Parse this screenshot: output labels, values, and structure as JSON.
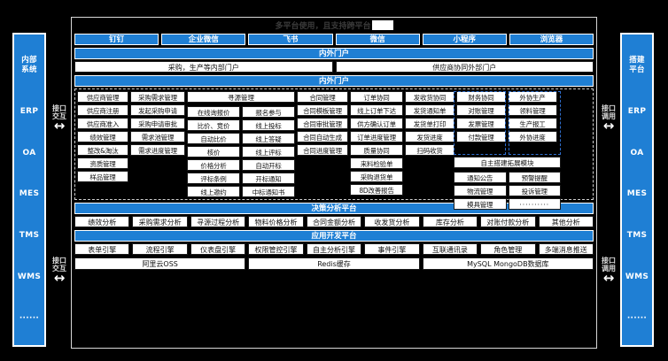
{
  "header": {
    "title": "多平台使用，且支持跨平台",
    "redacted": true
  },
  "channels": [
    "钉钉",
    "企业微信",
    "飞书",
    "微信",
    "小程序",
    "浏览器"
  ],
  "portal_bar_1": "内外门户",
  "portal_split": [
    "采购，生产等内部门户",
    "供应商协同外部门户"
  ],
  "portal_bar_2": "内外门户",
  "left_rail": {
    "items": [
      "内部\n系统",
      "ERP",
      "OA",
      "MES",
      "TMS",
      "WMS",
      "······"
    ]
  },
  "right_rail": {
    "items": [
      "搭建\n平台",
      "ERP",
      "OA",
      "MES",
      "TMS",
      "WMS",
      "······"
    ]
  },
  "connectors": [
    {
      "name": "interface-interaction-top-left",
      "label": "接口\n交互",
      "arrow": "↔"
    },
    {
      "name": "interface-interaction-bottom-left",
      "label": "接口\n交互",
      "arrow": "↔"
    },
    {
      "name": "interface-call-top-right",
      "label": "接口\n调用",
      "arrow": "↔"
    },
    {
      "name": "interface-call-bottom-right",
      "label": "接口\n调用",
      "arrow": "↔"
    }
  ],
  "grid": {
    "col_supplier": {
      "head": "供应商管理",
      "items": [
        "供应商注册",
        "供应商准入",
        "绩效管理",
        "整改&淘汰",
        "资质管理",
        "样品管理"
      ]
    },
    "col_demand": {
      "head": "采购需求管理",
      "items": [
        "发起采购申请",
        "采购申请审批",
        "需求池管理",
        "需求进度管理"
      ]
    },
    "col_sourcing": {
      "head": "寻源管理",
      "pairs": [
        [
          "在线询报价",
          "报名参与"
        ],
        [
          "比价、竞价",
          "线上投标"
        ],
        [
          "自动比价",
          "线上答疑"
        ],
        [
          "核价",
          "线上评标"
        ],
        [
          "价格分析",
          "自动开标"
        ],
        [
          "评标条例",
          "开标通知"
        ],
        [
          "线上邀约",
          "中标通知书"
        ]
      ]
    },
    "col_contract": {
      "head": "合同管理",
      "items": [
        "合同模板管理",
        "合同审批管理",
        "合同自动生成",
        "合同进度管理"
      ]
    },
    "col_order": {
      "head": "订单协同",
      "items": [
        "线上订单下达",
        "供方确认订单",
        "订单进度管理",
        "质量协同",
        "来料检验单",
        "采购退货单",
        "8D改善报告"
      ]
    },
    "col_delivery": {
      "head": "发收货协同",
      "items": [
        "发货通知单",
        "发货单打印",
        "发货进度",
        "扫码收货"
      ]
    },
    "col_finance": {
      "head": "财务协同",
      "items": [
        "对账管理",
        "发票管理",
        "付款管理"
      ]
    },
    "col_outsource": {
      "head": "外协生产",
      "items": [
        "领料管理",
        "生产报工",
        "外协进度"
      ]
    },
    "extension": {
      "head": "自主搭建拓展模块",
      "pairs": [
        [
          "通知公告",
          "预警提醒"
        ],
        [
          "物流管理",
          "投诉管理"
        ],
        [
          "模具管理",
          "··········"
        ]
      ]
    }
  },
  "decision": {
    "title": "决策分析平台",
    "items": [
      "绩效分析",
      "采购需求分析",
      "寻源过程分析",
      "物料价格分析",
      "合同金额分析",
      "收发货分析",
      "库存分析",
      "对账付款分析",
      "其他分析"
    ]
  },
  "appdev": {
    "title": "应用开发平台",
    "items": [
      "表单引擎",
      "流程引擎",
      "仪表盘引擎",
      "权限管控引擎",
      "自主分析引擎",
      "事件引擎",
      "互联通讯录",
      "角色管理",
      "多端消息推送"
    ]
  },
  "infra": [
    "阿里云OSS",
    "Redis缓存",
    "MySQL MongoDB数据库"
  ],
  "colors": {
    "accent": "#1f7fd4",
    "background": "#000000",
    "cell": "#ffffff",
    "highlight_border": "#2f6fd0"
  }
}
